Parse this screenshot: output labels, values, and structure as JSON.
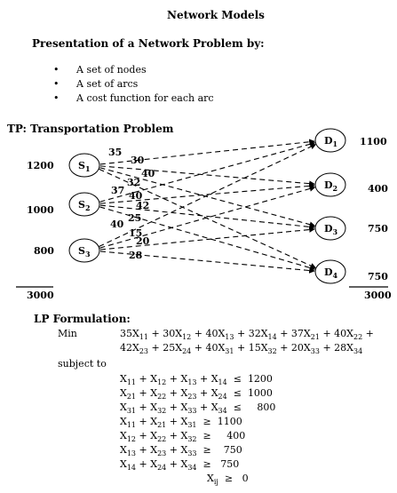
{
  "doc_title": "Network Models",
  "presentation_heading": "Presentation of a Network Problem by:",
  "bullets": [
    "A set of nodes",
    "A set of arcs",
    "A cost function for each arc"
  ],
  "bullet_symbol": "•",
  "tp_heading": "TP: Transportation Problem",
  "sources": [
    {
      "label": "S",
      "sub": "1",
      "supply": "1200"
    },
    {
      "label": "S",
      "sub": "2",
      "supply": "1000"
    },
    {
      "label": "S",
      "sub": "3",
      "supply": "800"
    }
  ],
  "destinations": [
    {
      "label": "D",
      "sub": "1",
      "demand": "1100"
    },
    {
      "label": "D",
      "sub": "2",
      "demand": "400"
    },
    {
      "label": "D",
      "sub": "3",
      "demand": "750"
    },
    {
      "label": "D",
      "sub": "4",
      "demand": "750"
    }
  ],
  "arcs": [
    {
      "from": 0,
      "to": 0,
      "cost": "35"
    },
    {
      "from": 0,
      "to": 1,
      "cost": "30"
    },
    {
      "from": 0,
      "to": 2,
      "cost": "40"
    },
    {
      "from": 0,
      "to": 3,
      "cost": "32"
    },
    {
      "from": 1,
      "to": 0,
      "cost": "37"
    },
    {
      "from": 1,
      "to": 1,
      "cost": "40"
    },
    {
      "from": 1,
      "to": 2,
      "cost": "42"
    },
    {
      "from": 1,
      "to": 3,
      "cost": "25"
    },
    {
      "from": 2,
      "to": 0,
      "cost": "40"
    },
    {
      "from": 2,
      "to": 1,
      "cost": "15"
    },
    {
      "from": 2,
      "to": 2,
      "cost": "20"
    },
    {
      "from": 2,
      "to": 3,
      "cost": "28"
    }
  ],
  "total_supply": "3000",
  "total_demand": "3000",
  "lp_heading": "LP Formulation:",
  "min_label": "Min",
  "objective_line1": [
    [
      "35X",
      "11"
    ],
    [
      " + 30X",
      "12"
    ],
    [
      " + 40X",
      "13"
    ],
    [
      " + 32X",
      "14"
    ],
    [
      " + 37X",
      "21"
    ],
    [
      " + 40X",
      "22"
    ],
    [
      " +",
      ""
    ]
  ],
  "objective_line2": [
    [
      "42X",
      "23"
    ],
    [
      " + 25X",
      "24"
    ],
    [
      " + 40X",
      "31"
    ],
    [
      " + 15X",
      "32"
    ],
    [
      " + 20X",
      "33"
    ],
    [
      " + 28X",
      "34"
    ]
  ],
  "subject_to": "subject to",
  "constraints": [
    [
      [
        "X",
        "11"
      ],
      [
        " + X",
        "12"
      ],
      [
        " + X",
        "13"
      ],
      [
        " + X",
        "14"
      ],
      [
        "  ≤  1200",
        ""
      ]
    ],
    [
      [
        "X",
        "21"
      ],
      [
        " + X",
        "22"
      ],
      [
        " + X",
        "23"
      ],
      [
        " + X",
        "24"
      ],
      [
        "  ≤  1000",
        ""
      ]
    ],
    [
      [
        "X",
        "31"
      ],
      [
        " + X",
        "32"
      ],
      [
        " + X",
        "33"
      ],
      [
        " + X",
        "34"
      ],
      [
        "  ≤     800",
        ""
      ]
    ],
    [
      [
        "X",
        "11"
      ],
      [
        " + X",
        "21"
      ],
      [
        " + X",
        "31"
      ],
      [
        "  ≥  1100",
        ""
      ]
    ],
    [
      [
        "X",
        "12"
      ],
      [
        " + X",
        "22"
      ],
      [
        " + X",
        "32"
      ],
      [
        "  ≥     400",
        ""
      ]
    ],
    [
      [
        "X",
        "13"
      ],
      [
        " + X",
        "23"
      ],
      [
        " + X",
        "33"
      ],
      [
        "  ≥    750",
        ""
      ]
    ],
    [
      [
        "X",
        "14"
      ],
      [
        " + X",
        "24"
      ],
      [
        " + X",
        "34"
      ],
      [
        "  ≥   750",
        ""
      ]
    ],
    [
      [
        "X",
        "ij"
      ],
      [
        "  ≥   0",
        ""
      ]
    ]
  ]
}
